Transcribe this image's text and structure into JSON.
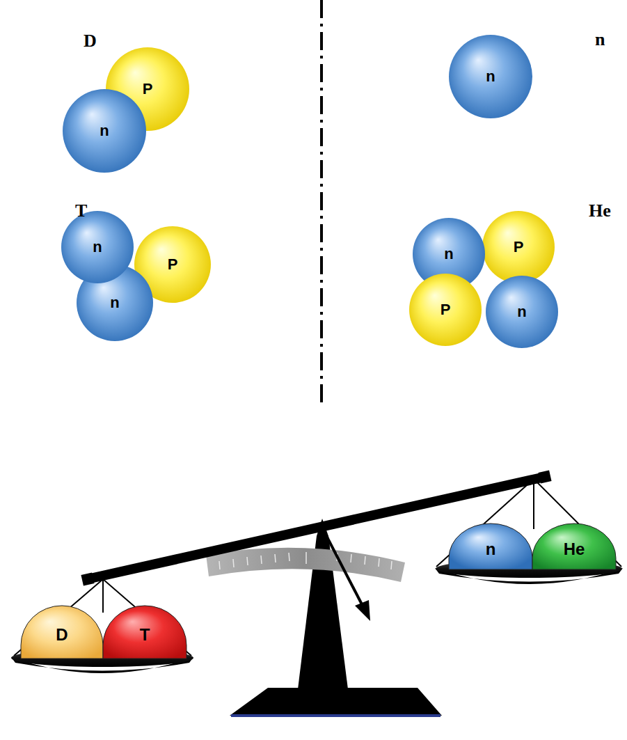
{
  "diagram": {
    "nodes": [
      {
        "text": [
          "P"
        ]
      },
      {
        "text": [
          "n"
        ]
      },
      {
        "text": [
          "n"
        ]
      },
      {
        "text": [
          "P"
        ]
      },
      {
        "text": [
          "n"
        ]
      },
      {
        "text": [
          "n"
        ]
      },
      {
        "text": [
          "n"
        ]
      },
      {
        "text": [
          "P"
        ]
      },
      {
        "text": [
          "P"
        ]
      },
      {
        "text": [
          "n"
        ]
      },
      {
        "text": [
          "D"
        ]
      },
      {
        "text": [
          "T"
        ]
      },
      {
        "text": [
          "n"
        ]
      },
      {
        "text": [
          "He"
        ]
      }
    ],
    "labels": [
      "D",
      "T",
      "n",
      "He"
    ]
  }
}
